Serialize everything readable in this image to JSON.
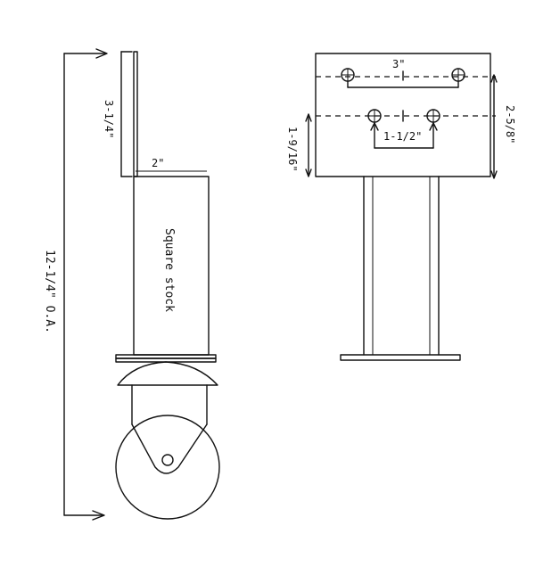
{
  "side_view": {
    "overall_height": "12-1/4\"  O.A.",
    "flange_height": "3-1/4\"",
    "tube_width": "2\"",
    "tube_label": "Square stock"
  },
  "front_view": {
    "hole_spacing_top": "3\"",
    "hole_spacing_bottom": "1-1/2\"",
    "left_dimension": "1-9/16\"",
    "right_dimension": "2-5/8\""
  }
}
